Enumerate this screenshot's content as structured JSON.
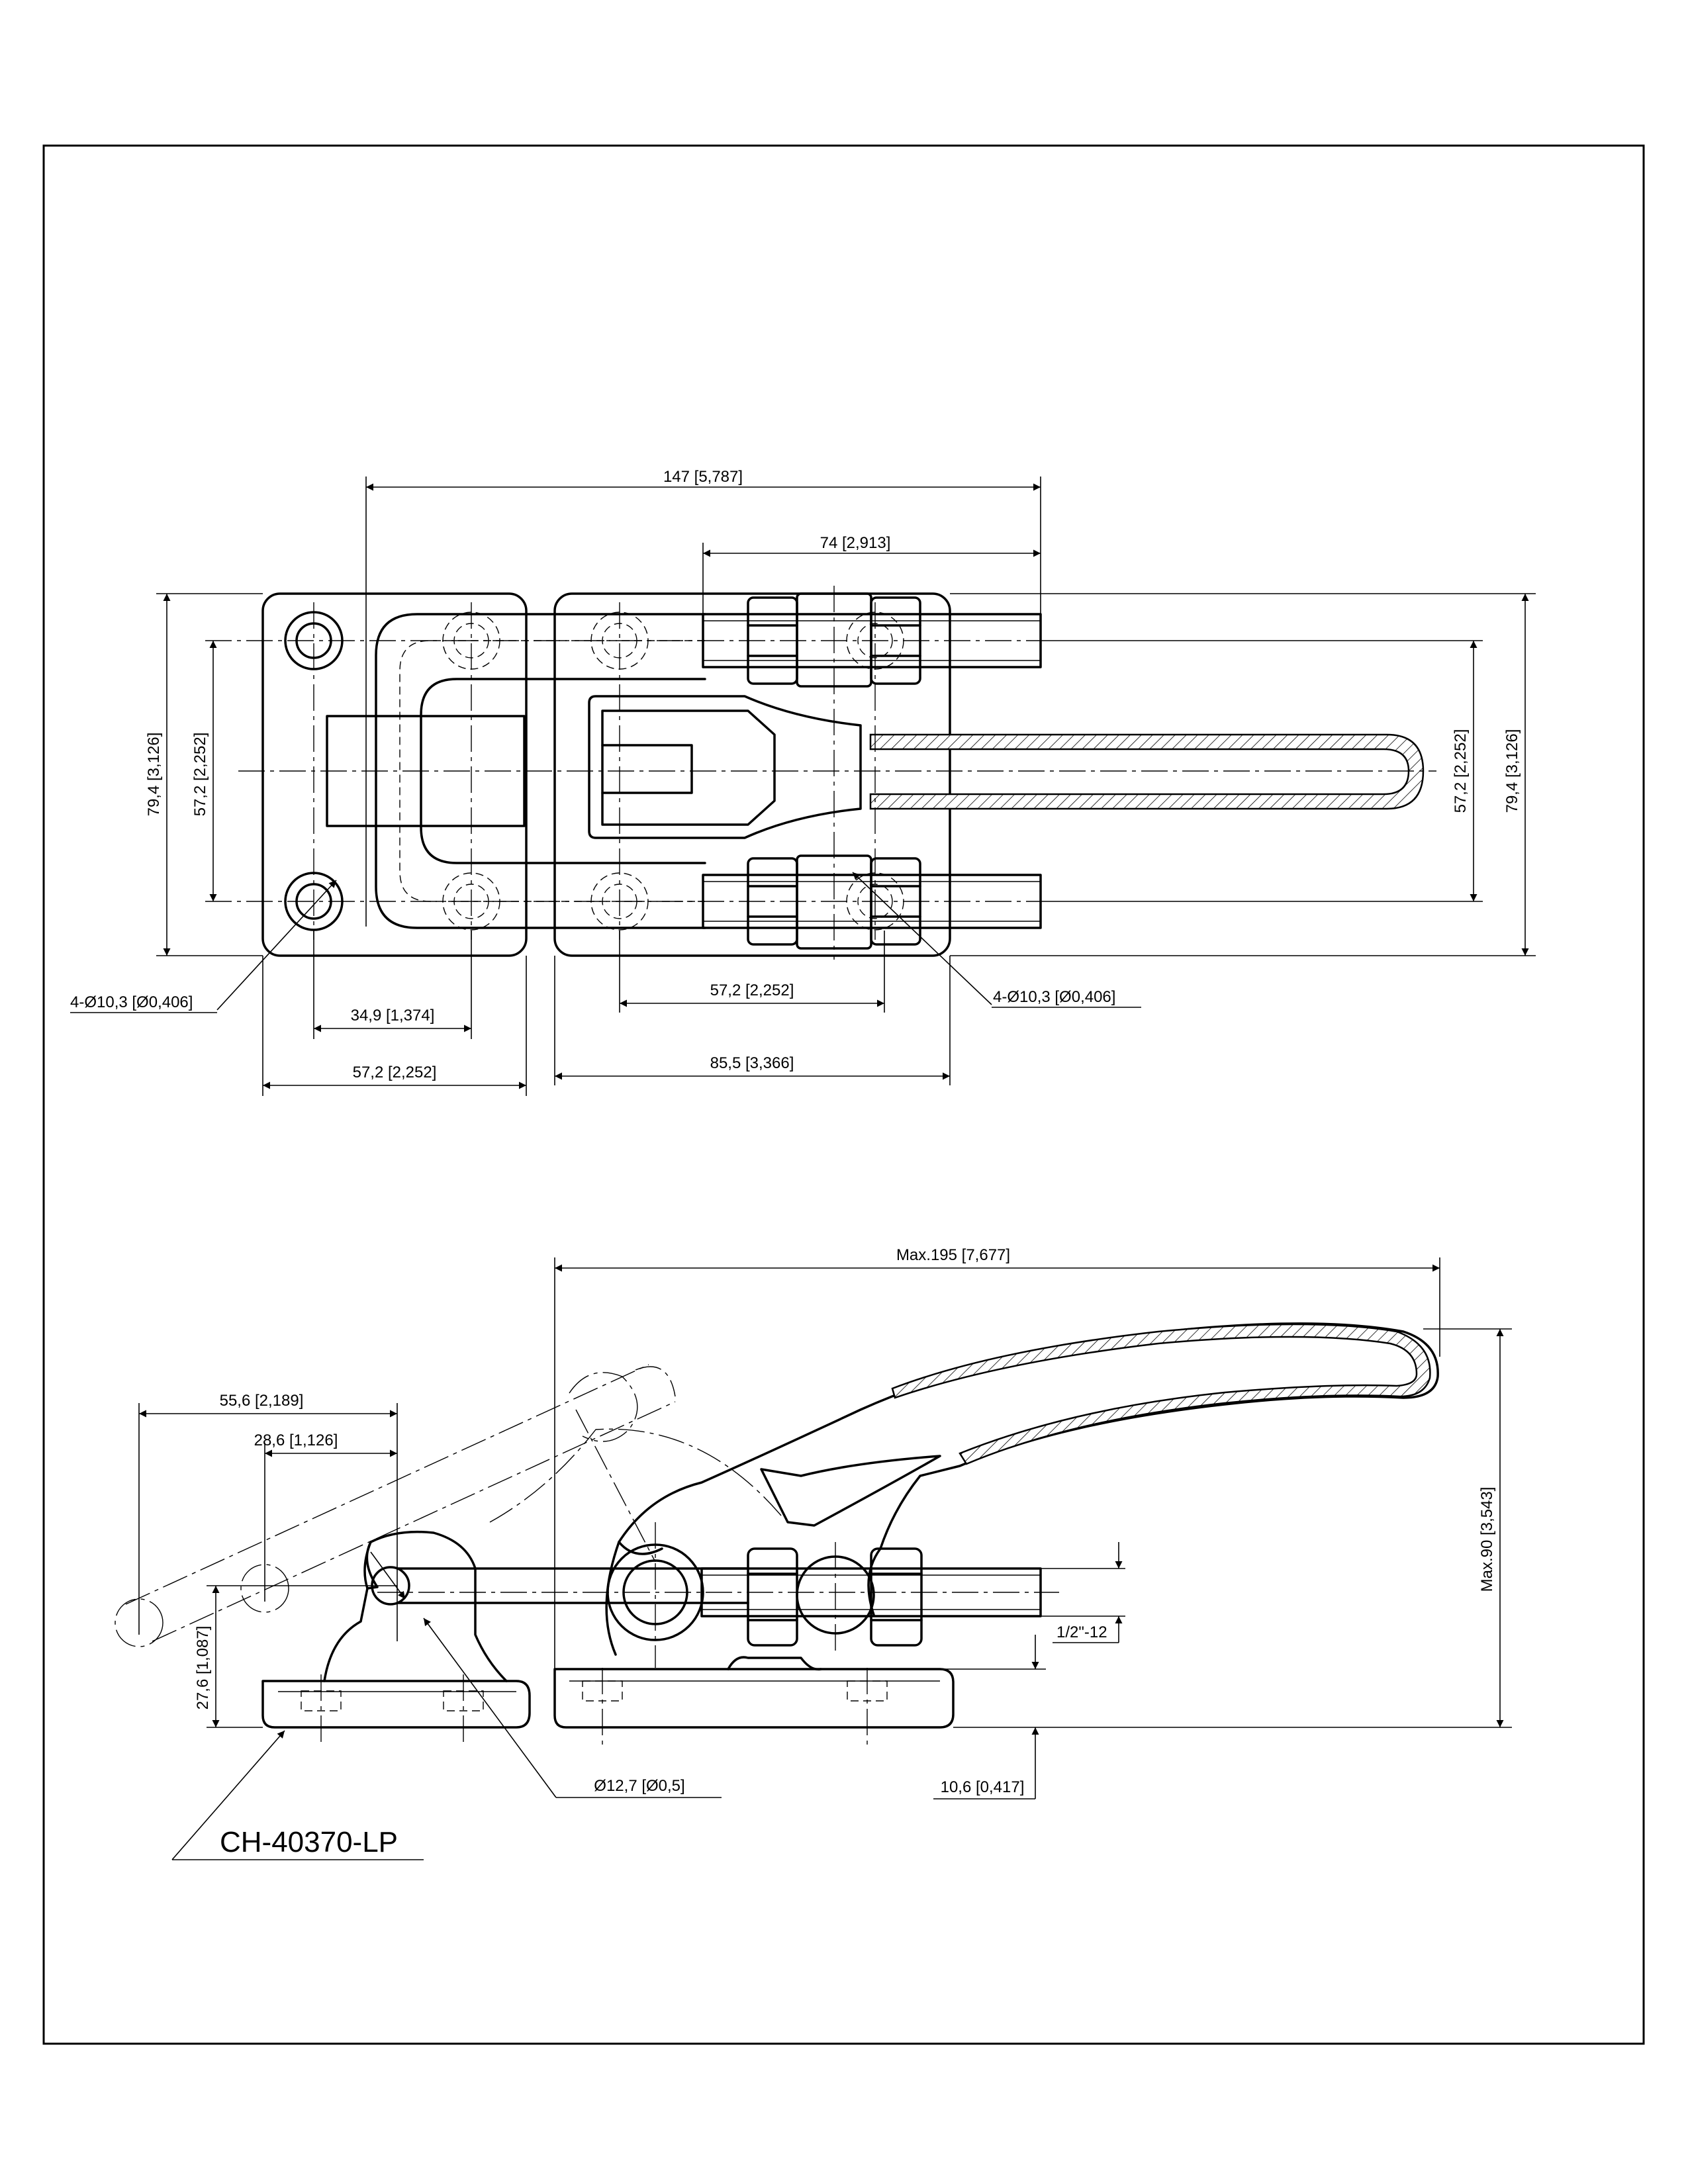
{
  "part_number": "CH-40370-LP",
  "top_view": {
    "dim_overall_length": "147 [5,787]",
    "dim_handle_offset": "74 [2,913]",
    "dim_height_left": "79,4 [3,126]",
    "dim_hole_spacing_left": "57,2 [2,252]",
    "dim_hole_spacing_right": "57,2 [2,252]",
    "dim_height_right": "79,4 [3,126]",
    "dim_holes_left": "4-Ø10,3 [Ø0,406]",
    "dim_holes_right": "4-Ø10,3 [Ø0,406]",
    "dim_left_hole_pitch": "34,9 [1,374]",
    "dim_left_base_width": "57,2 [2,252]",
    "dim_right_hole_pitch": "57,2 [2,252]",
    "dim_right_base_width": "85,5 [3,366]"
  },
  "side_view": {
    "dim_max_length": "Max.195 [7,677]",
    "dim_max_height": "Max.90 [3,543]",
    "dim_reach_outer": "55,6 [2,189]",
    "dim_reach_inner": "28,6 [1,126]",
    "dim_hook_height": "27,6 [1,087]",
    "dim_pin_diameter": "Ø12,7 [Ø0,5]",
    "dim_base_thickness": "10,6 [0,417]",
    "dim_thread": "1/2\"-12"
  }
}
